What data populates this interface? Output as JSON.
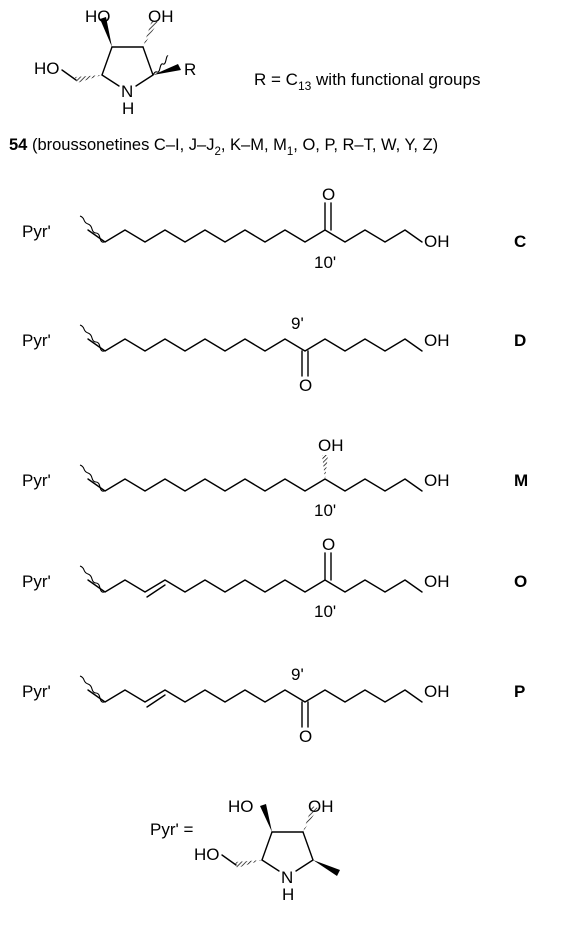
{
  "scaffold": {
    "labels": {
      "oh_a": "HO",
      "oh_b": "OH",
      "ch2oh": "HO",
      "nh": "N",
      "nh_h": "H",
      "r": "R"
    },
    "r_definition": {
      "prefix": "R = C",
      "subscript": "13",
      "suffix": " with functional groups"
    }
  },
  "caption": {
    "number": "54",
    "p1": " (broussonetines C–I, J–J",
    "s1": "2",
    "p2": ", K–M, M",
    "s2": "1",
    "p3": ", O, P, R–T, W, Y, Z)"
  },
  "chains": [
    {
      "id": "C",
      "pyr": "Pyr'",
      "group": "O",
      "pos": "10'",
      "oh": "OH",
      "letter": "C"
    },
    {
      "id": "D",
      "pyr": "Pyr'",
      "group": "O",
      "pos": "9'",
      "oh": "OH",
      "letter": "D"
    },
    {
      "id": "M",
      "pyr": "Pyr'",
      "group": "OH",
      "pos": "10'",
      "oh": "OH",
      "letter": "M"
    },
    {
      "id": "O",
      "pyr": "Pyr'",
      "group": "O",
      "pos": "10'",
      "oh": "OH",
      "letter": "O"
    },
    {
      "id": "P",
      "pyr": "Pyr'",
      "group": "O",
      "pos": "9'",
      "oh": "OH",
      "letter": "P"
    }
  ],
  "pyr_definition": {
    "label": "Pyr' =",
    "labels": {
      "oh_a": "HO",
      "oh_b": "OH",
      "ch2oh": "HO",
      "nh": "N",
      "nh_h": "H"
    }
  }
}
